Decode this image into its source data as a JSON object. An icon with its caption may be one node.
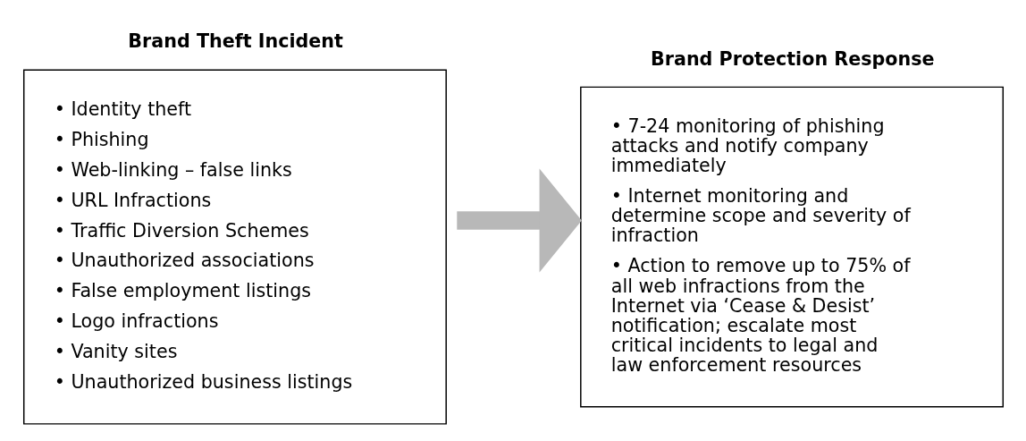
{
  "diagram": {
    "nodes": [
      {
        "text": [
          "Brand Theft Incident",
          "• Identity theft",
          "• Phishing",
          "• Web-linking – false links",
          "• URL Infractions",
          "• Traffic Diversion Schemes",
          "• Unauthorized associations",
          "• False employment listings",
          "• Logo infractions",
          "• Vanity sites",
          "• Unauthorized business listings"
        ]
      },
      {
        "text": [
          "Brand Protection Response",
          "• 7-24 monitoring of phishing attacks and notify company immediately",
          "• Internet monitoring and determine scope and severity of infraction",
          "• Action to remove up to 75% of all web infractions from the Internet via ‘Cease & Desist’ notification; escalate most critical incidents to legal and law enforcement resources"
        ]
      }
    ],
    "edges": [
      {
        "from": 0,
        "to": 1,
        "arrow": "to"
      }
    ]
  }
}
